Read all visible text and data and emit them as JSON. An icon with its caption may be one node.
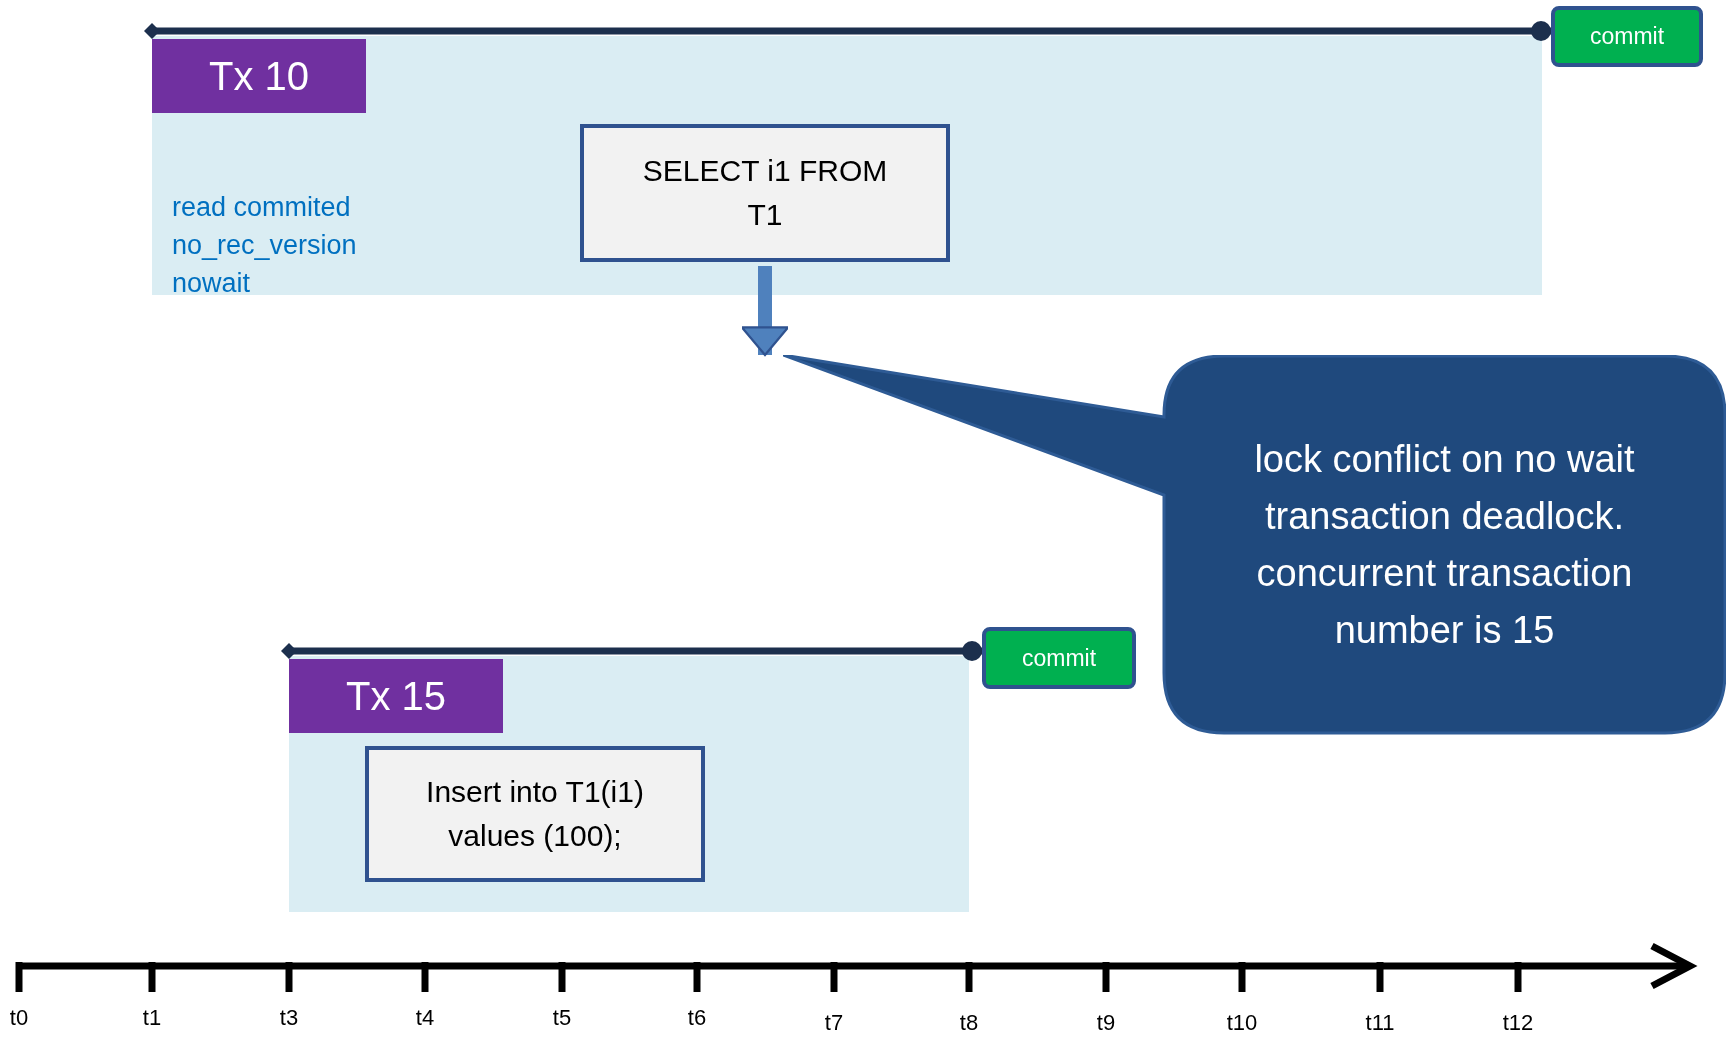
{
  "diagram": {
    "nodes": [
      {
        "text": [
          "Tx 10",
          "read commited no_rec_version nowait"
        ]
      },
      {
        "text": [
          "SELECT i1 FROM T1"
        ],
        "in": 0
      },
      {
        "text": [
          "commit"
        ]
      },
      {
        "text": [
          "lock conflict on no wait transaction deadlock. concurrent transaction number is 15"
        ]
      },
      {
        "text": [
          "Tx 15"
        ]
      },
      {
        "text": [
          "Insert into T1(i1) values (100);"
        ],
        "in": 4
      },
      {
        "text": [
          "commit"
        ]
      }
    ],
    "edges": [
      {
        "from": 0,
        "to": 2,
        "arrow": "other"
      },
      {
        "from": 1,
        "to": 3,
        "arrow": "to",
        "style": "thick",
        "color": "#4f81bd"
      },
      {
        "from": 4,
        "to": 6,
        "arrow": "other"
      }
    ],
    "labels": [
      "t0",
      "t1",
      "t3",
      "t4",
      "t5",
      "t6",
      "t7",
      "t8",
      "t9",
      "t10",
      "t11",
      "t12"
    ]
  }
}
